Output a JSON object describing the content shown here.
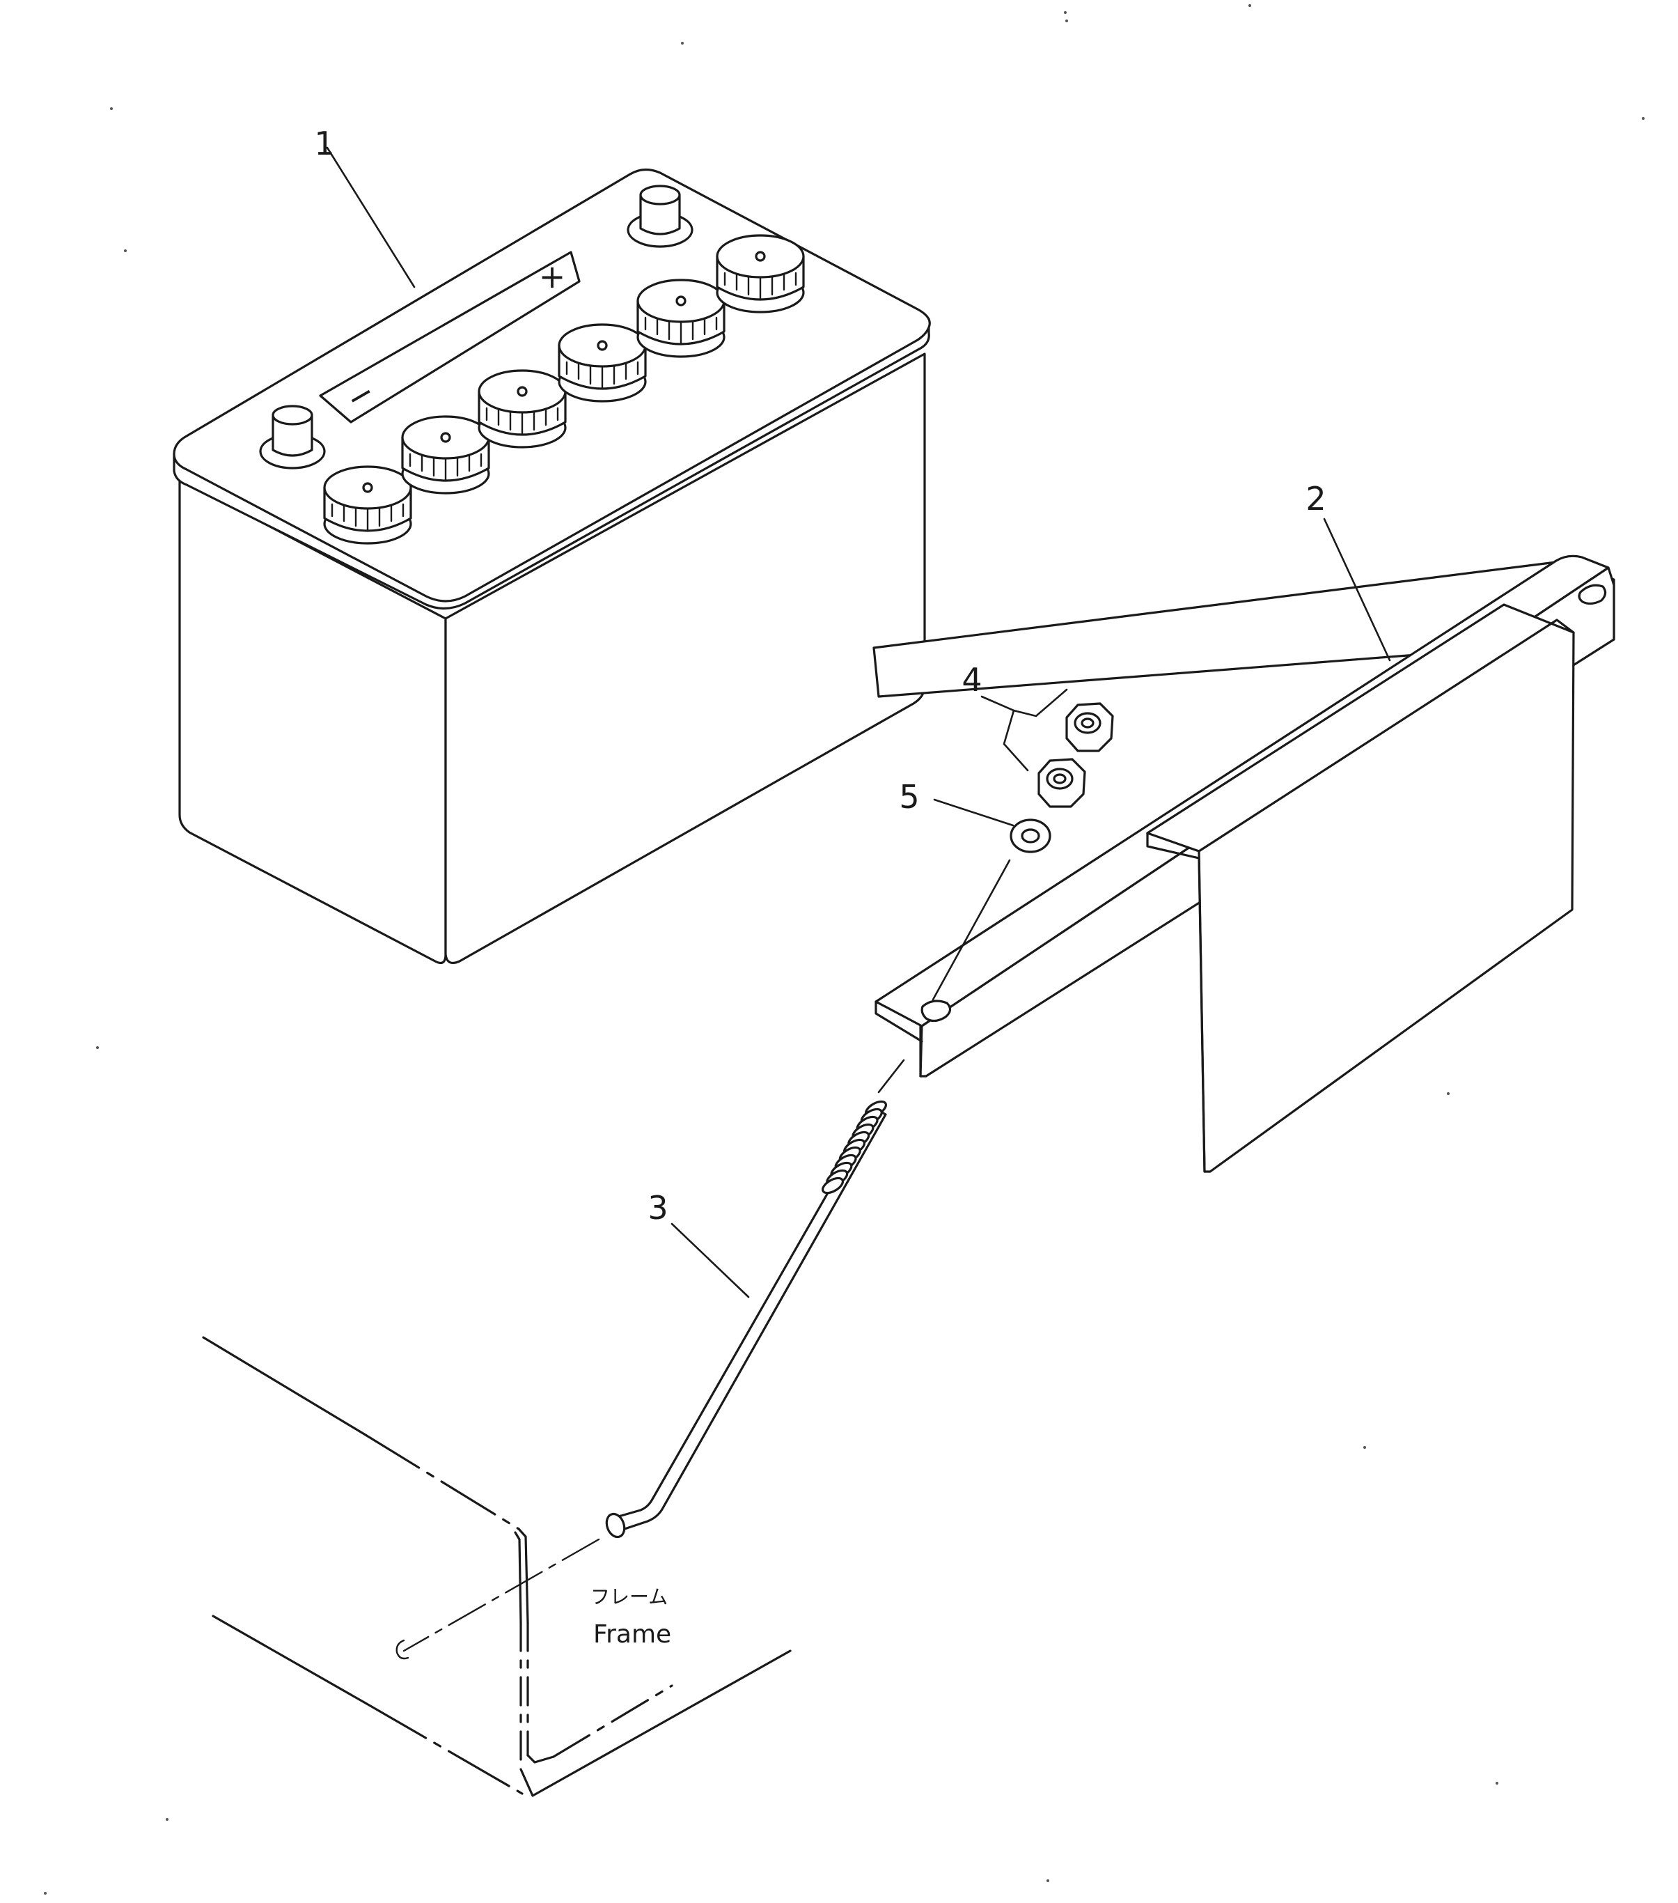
{
  "callouts": {
    "battery": "1",
    "bracket": "2",
    "bolt": "3",
    "nut": "4",
    "washer": "5"
  },
  "battery_labels": {
    "positive": "+",
    "negative": "−"
  },
  "frame_note": {
    "japanese": "フレーム",
    "english": "Frame"
  },
  "colors": {
    "line": "#1a1a1a",
    "background": "#ffffff"
  }
}
